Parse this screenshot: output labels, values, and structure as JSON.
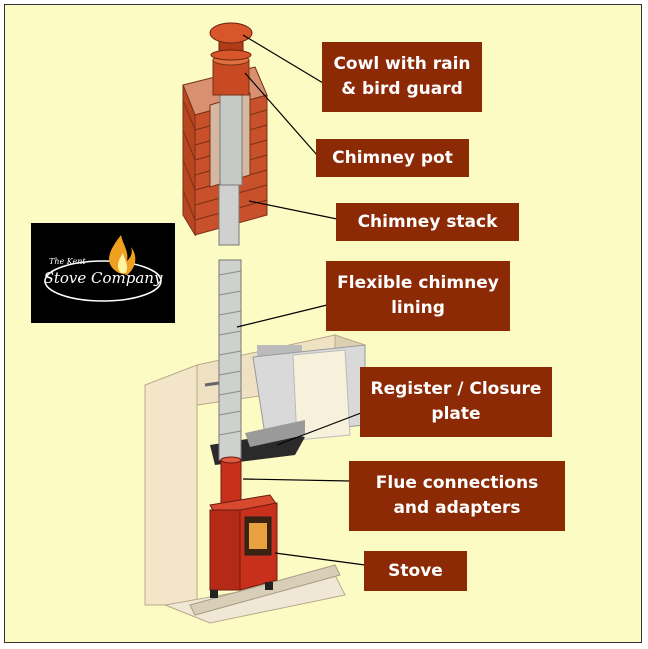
{
  "labels": {
    "cowl": "Cowl with rain\n& bird guard",
    "chimney_pot": "Chimney pot",
    "chimney_stack": "Chimney stack",
    "flexible_lining": "Flexible chimney\nlining",
    "register_plate": "Register / Closure\nplate",
    "flue_connections": "Flue connections\nand adapters",
    "stove": "Stove"
  },
  "logo": {
    "small_text": "The Kent",
    "main_text": "Stove Company"
  },
  "colors": {
    "background": "#fdfbc4",
    "label_fill": "#8c2a06",
    "brick": "#c8502a",
    "stove_red": "#c9301c",
    "logo_bg": "#000000"
  }
}
